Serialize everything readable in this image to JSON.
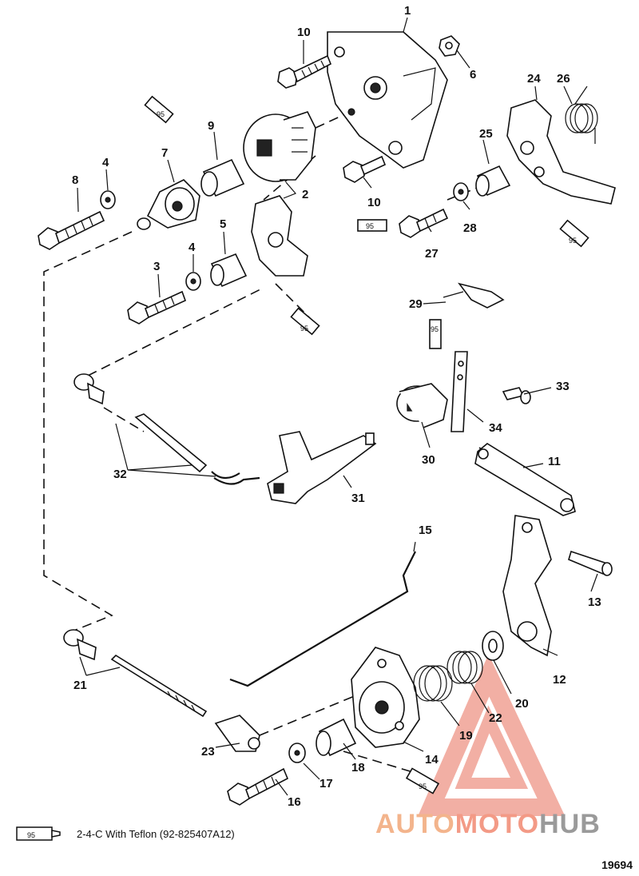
{
  "callouts": [
    "1",
    "2",
    "3",
    "4",
    "5",
    "6",
    "7",
    "8",
    "10",
    "11",
    "12",
    "13",
    "14",
    "15",
    "16",
    "17",
    "18",
    "19",
    "20",
    "21",
    "22",
    "23",
    "24",
    "25",
    "26",
    "27",
    "28",
    "29",
    "30",
    "31",
    "32",
    "33",
    "34"
  ],
  "repeat_callouts": {
    "four_b": "4",
    "ten_b": "10",
    "nine": "9"
  },
  "tube_label": "95",
  "legend": {
    "tube_label": "95",
    "text": "2-4-C  With Teflon (92-825407A12)"
  },
  "figure_number": "19694",
  "watermark": {
    "part1": "AUTO",
    "part2": "MOTO",
    "part3": "HUB",
    "color_main": "#f3a07a",
    "color_grey": "#9a9a9a"
  }
}
